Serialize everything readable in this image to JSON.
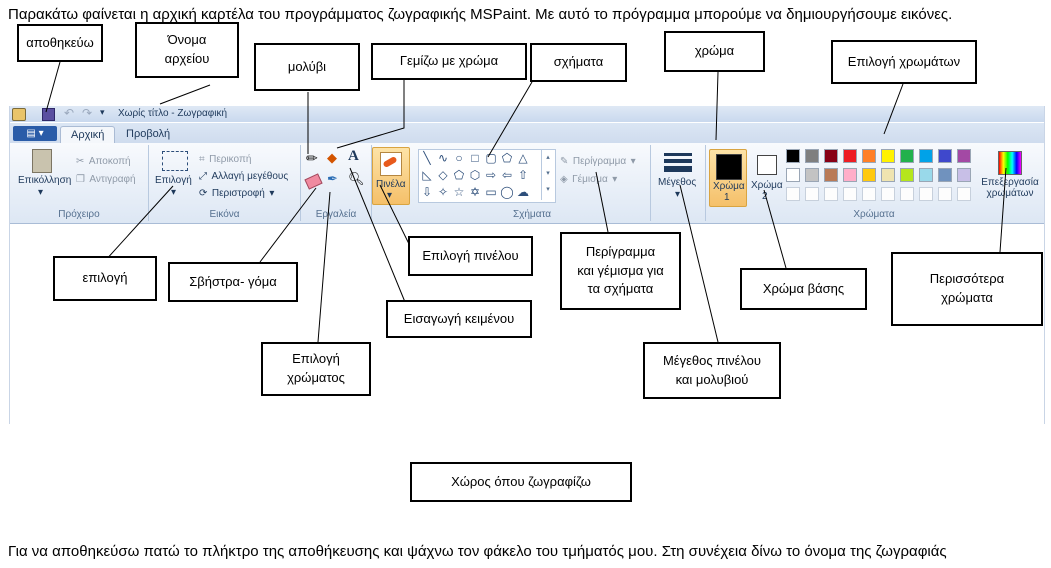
{
  "intro_text": "Παρακάτω φαίνεται η αρχική καρτέλα του προγράμματος ζωγραφικής MSPaint. Με αυτό το πρόγραμμα μπορούμε να δημιουργήσουμε εικόνες.",
  "outro_text": "Για να αποθηκεύσω πατώ το πλήκτρο της αποθήκευσης και ψάχνω τον φάκελο του τμήματός μου. Στη συνέχεια δίνω το όνομα της ζωγραφιάς",
  "callouts": {
    "save": "αποθηκεύω",
    "filename_1": "Όνομα",
    "filename_2": "αρχείου",
    "pencil": "μολύβι",
    "fill": "Γεμίζω με χρώμα",
    "shapes": "σχήματα",
    "color": "χρώμα",
    "color_select": "Επιλογή χρωμάτων",
    "select": "επιλογή",
    "eraser": "Σβήστρα- γόμα",
    "brush_select": "Επιλογή πινέλου",
    "outline_fill_1": "Περίγραμμα",
    "outline_fill_2": "και γέμισμα για",
    "outline_fill_3": "τα σχήματα",
    "base_color": "Χρώμα βάσης",
    "more_colors_1": "Περισσότερα",
    "more_colors_2": "χρώματα",
    "text_insert": "Εισαγωγή κειμένου",
    "color_pick_1": "Επιλογή",
    "color_pick_2": "χρώματος",
    "brush_size_1": "Μέγεθος πινέλου",
    "brush_size_2": "και μολυβιού",
    "drawing_area": "Χώρος όπου ζωγραφίζω"
  },
  "app": {
    "title": "Χωρίς τίτλο - Ζωγραφική",
    "tabs": [
      "Αρχική",
      "Προβολή"
    ],
    "clipboard": {
      "paste": "Επικόλληση",
      "cut": "Αποκοπή",
      "copy": "Αντιγραφή",
      "group": "Πρόχειρο"
    },
    "image": {
      "select": "Επιλογή",
      "crop": "Περικοπή",
      "resize": "Αλλαγή μεγέθους",
      "rotate": "Περιστροφή",
      "group": "Εικόνα"
    },
    "tools": {
      "group": "Εργαλεία"
    },
    "brushes": {
      "label": "Πινέλα"
    },
    "shapes": {
      "outline": "Περίγραμμα",
      "fill": "Γέμισμα",
      "group": "Σχήματα"
    },
    "size": {
      "label": "Μέγεθος"
    },
    "colors": {
      "color1": "Χρώμα",
      "color1_num": "1",
      "color2": "Χρώμα",
      "color2_num": "2",
      "edit": "Επεξεργασία",
      "edit2": "χρωμάτων",
      "group": "Χρώματα",
      "palette_row1": [
        "#000000",
        "#7f7f7f",
        "#880015",
        "#ed1c24",
        "#ff7f27",
        "#fff200",
        "#22b14c",
        "#00a2e8",
        "#3f48cc",
        "#a349a4"
      ],
      "palette_row2": [
        "#ffffff",
        "#c3c3c3",
        "#b97a57",
        "#ffaec9",
        "#ffc90e",
        "#efe4b0",
        "#b5e61d",
        "#99d9ea",
        "#7092be",
        "#c8bfe7"
      ]
    }
  }
}
